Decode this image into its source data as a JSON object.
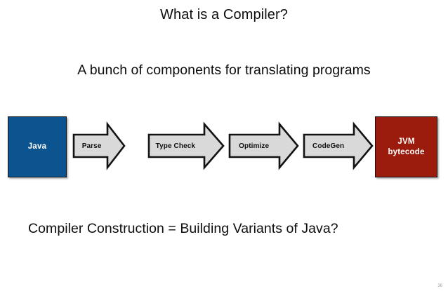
{
  "slide": {
    "title": "What is a Compiler?",
    "subtitle": "A bunch of components for translating programs",
    "footer_line": "Compiler Construction = Building Variants of Java?",
    "page_number": "36",
    "background_color": "#ffffff"
  },
  "diagram": {
    "type": "pipeline",
    "source": {
      "label": "Java",
      "fill_color": "#0B5490",
      "text_color": "#ffffff"
    },
    "target": {
      "label": "JVM bytecode",
      "line1": "JVM",
      "line2": "bytecode",
      "fill_color": "#9B1B0C",
      "text_color": "#ffffff"
    },
    "stages": [
      {
        "label": "Parse"
      },
      {
        "label": "Type Check"
      },
      {
        "label": "Optimize"
      },
      {
        "label": "CodeGen"
      }
    ],
    "arrow_fill_color": "#D9D9D9",
    "arrow_border_color": "#121212"
  }
}
